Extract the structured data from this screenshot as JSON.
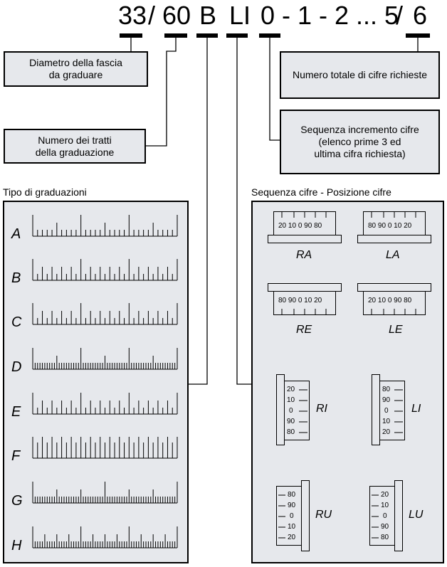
{
  "code": {
    "diameter": "33",
    "sep1": "/",
    "ticks": "60",
    "graduation": "B",
    "position": "LI",
    "sequence": "0 - 1 - 2 ... 5",
    "sep2": "/",
    "total": "6"
  },
  "boxes": {
    "diameter": [
      "Diametro della fascia",
      "da graduare"
    ],
    "total": [
      "Numero totale di cifre richieste"
    ],
    "ticks": [
      "Numero dei tratti",
      "della graduazione"
    ],
    "sequence": [
      "Sequenza incremento cifre",
      "(elenco prime 3 ed",
      "ultima cifra richiesta)"
    ]
  },
  "left_panel": {
    "title": "Tipo di graduazioni",
    "rows": [
      {
        "letter": "A",
        "pattern": "5-10"
      },
      {
        "letter": "B",
        "pattern": "2-10"
      },
      {
        "letter": "C",
        "pattern": "2-10"
      },
      {
        "letter": "D",
        "pattern": "10-20"
      },
      {
        "letter": "E",
        "pattern": "2-10"
      },
      {
        "letter": "F",
        "pattern": "all-long"
      },
      {
        "letter": "G",
        "pattern": "10-30"
      },
      {
        "letter": "H",
        "pattern": "5-20"
      }
    ]
  },
  "right_panel": {
    "title": "Sequenza cifre - Posizione cifre",
    "cards": {
      "RA": {
        "label": "RA",
        "numbers": [
          "20",
          "10",
          "0",
          "90",
          "80"
        ]
      },
      "LA": {
        "label": "LA",
        "numbers": [
          "80",
          "90",
          "0",
          "10",
          "20"
        ]
      },
      "RE": {
        "label": "RE",
        "numbers": [
          "80",
          "90",
          "0",
          "10",
          "20"
        ]
      },
      "LE": {
        "label": "LE",
        "numbers": [
          "20",
          "10",
          "0",
          "90",
          "80"
        ]
      },
      "RI": {
        "label": "RI",
        "numbers": [
          "20",
          "10",
          "0",
          "90",
          "80"
        ]
      },
      "LI": {
        "label": "LI",
        "numbers": [
          "80",
          "90",
          "0",
          "10",
          "20"
        ]
      },
      "RU": {
        "label": "RU",
        "numbers": [
          "80",
          "90",
          "0",
          "10",
          "20"
        ]
      },
      "LU": {
        "label": "LU",
        "numbers": [
          "20",
          "10",
          "0",
          "90",
          "80"
        ]
      }
    }
  }
}
